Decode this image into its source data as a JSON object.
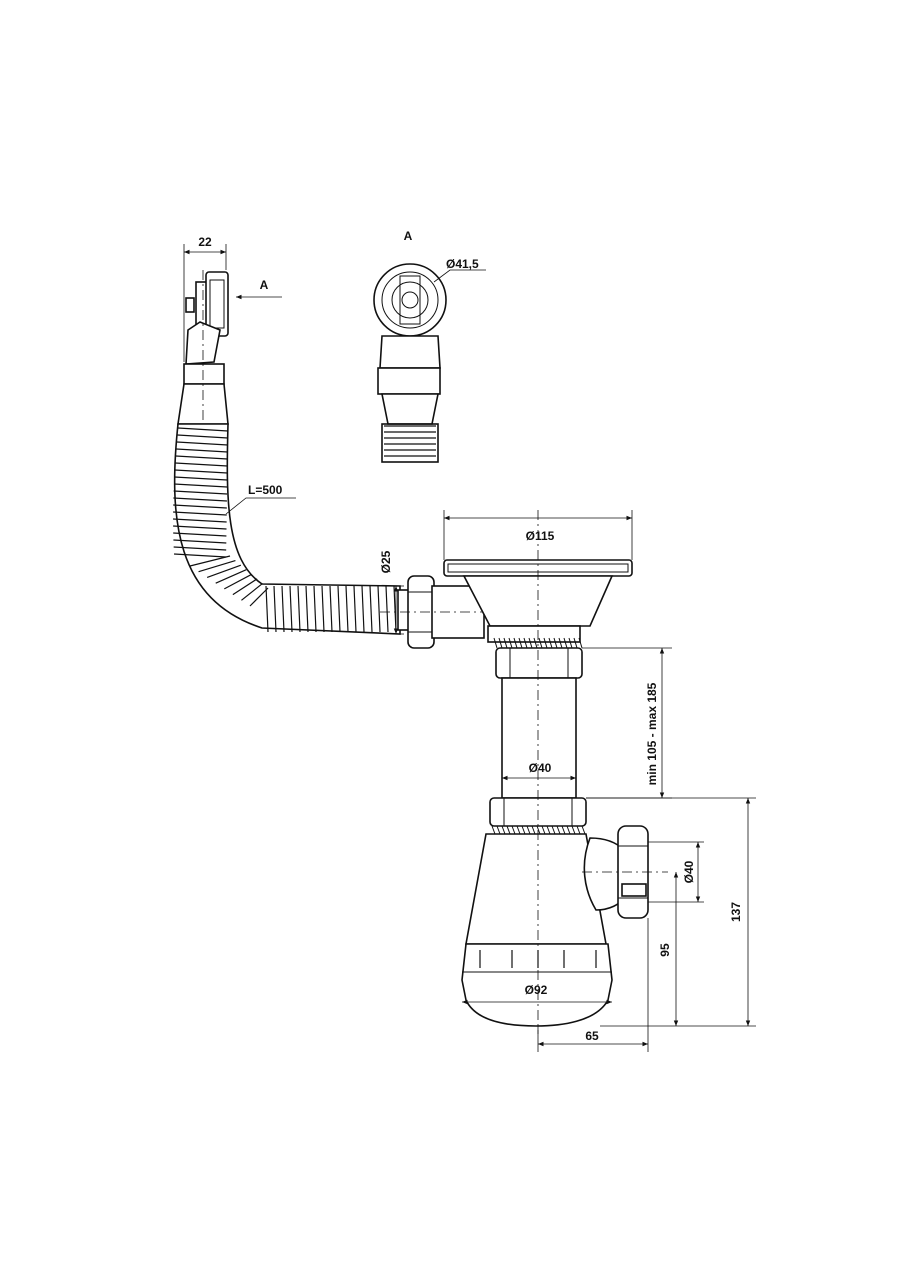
{
  "diagram": {
    "labels": {
      "view_marker": "A",
      "arrow_marker": "A",
      "width_22": "22",
      "diameter_41_5": "Ø41,5",
      "hose_length": "L=500",
      "diameter_25": "Ø25",
      "diameter_115": "Ø115",
      "height_range": "min 105 - max 185",
      "diameter_40_pipe": "Ø40",
      "diameter_40_outlet": "Ø40",
      "height_137": "137",
      "height_95": "95",
      "diameter_92": "Ø92",
      "offset_65": "65"
    },
    "colors": {
      "line": "#111111",
      "background": "#ffffff"
    }
  }
}
